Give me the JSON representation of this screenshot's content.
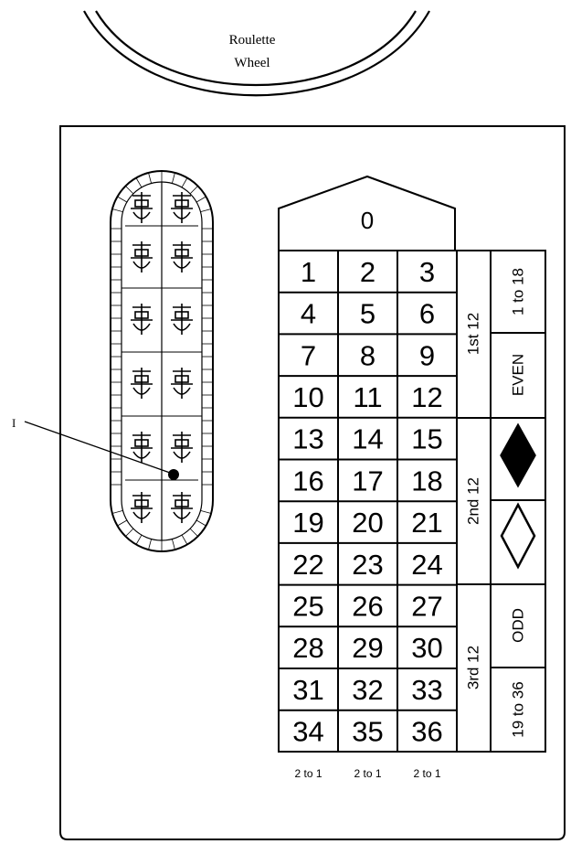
{
  "wheel": {
    "line1": "Roulette",
    "line2": "Wheel"
  },
  "pointer_label": "I",
  "board": {
    "zero": "0",
    "rows": [
      [
        "1",
        "2",
        "3"
      ],
      [
        "4",
        "5",
        "6"
      ],
      [
        "7",
        "8",
        "9"
      ],
      [
        "10",
        "11",
        "12"
      ],
      [
        "13",
        "14",
        "15"
      ],
      [
        "16",
        "17",
        "18"
      ],
      [
        "19",
        "20",
        "21"
      ],
      [
        "22",
        "23",
        "24"
      ],
      [
        "25",
        "26",
        "27"
      ],
      [
        "28",
        "29",
        "30"
      ],
      [
        "31",
        "32",
        "33"
      ],
      [
        "34",
        "35",
        "36"
      ]
    ],
    "dozens": [
      "1st 12",
      "2nd 12",
      "3rd 12"
    ],
    "outside": {
      "low": "1 to 18",
      "even": "EVEN",
      "odd": "ODD",
      "high": "19 to 36"
    },
    "columns": [
      "2 to 1",
      "2 to 1",
      "2 to 1"
    ]
  },
  "colors": {
    "ink": "#000000",
    "paper": "#ffffff"
  }
}
